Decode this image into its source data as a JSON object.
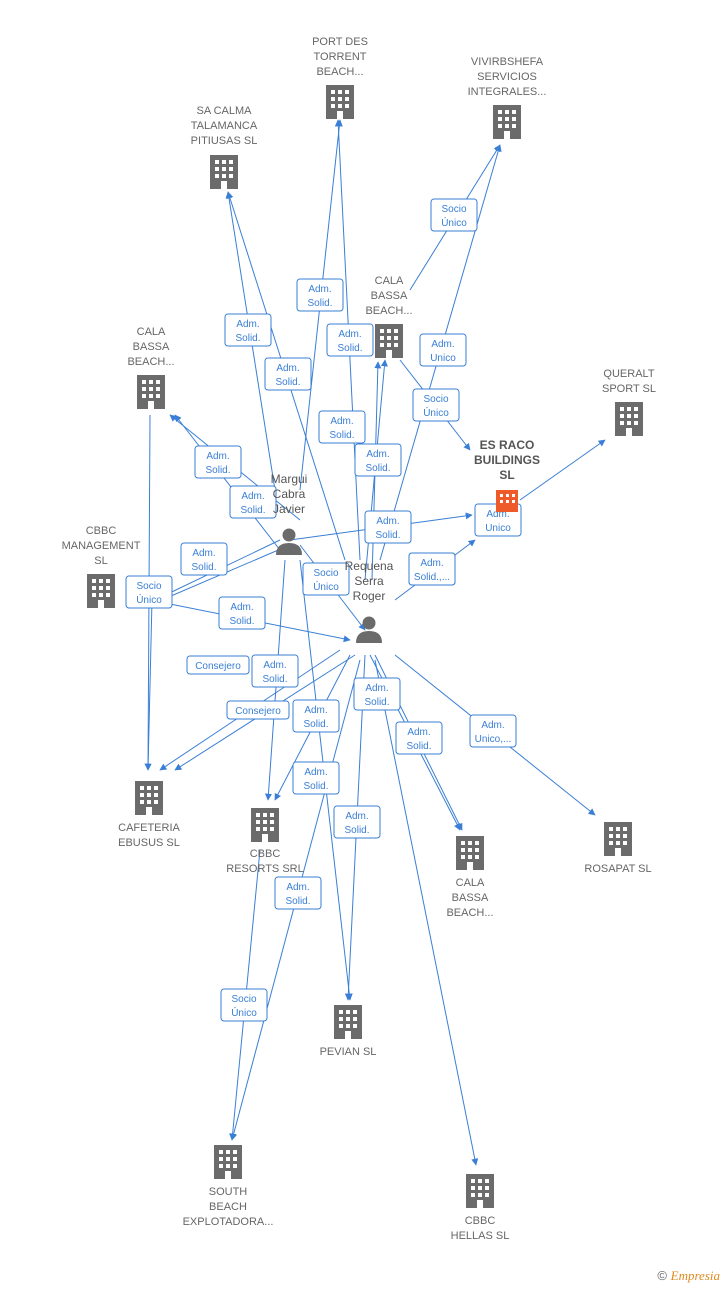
{
  "diagram": {
    "companies": [
      {
        "id": "port",
        "label": [
          "PORT DES",
          "TORRENT",
          "BEACH..."
        ]
      },
      {
        "id": "vivir",
        "label": [
          "VIVIRBSHEFA",
          "SERVICIOS",
          "INTEGRALES..."
        ]
      },
      {
        "id": "sacalma",
        "label": [
          "SA CALMA",
          "TALAMANCA",
          "PITIUSAS  SL"
        ]
      },
      {
        "id": "calabassa1",
        "label": [
          "CALA",
          "BASSA",
          "BEACH..."
        ]
      },
      {
        "id": "calabassa2",
        "label": [
          "CALA",
          "BASSA",
          "BEACH..."
        ]
      },
      {
        "id": "queralt",
        "label": [
          "QUERALT",
          "SPORT  SL"
        ]
      },
      {
        "id": "esraco",
        "label": [
          "ES RACO",
          "BUILDINGS",
          "SL"
        ],
        "focus": true
      },
      {
        "id": "cbbcmgmt",
        "label": [
          "CBBC",
          "MANAGEMENT",
          "SL"
        ]
      },
      {
        "id": "cafeteria",
        "label": [
          "CAFETERIA",
          "EBUSUS  SL"
        ]
      },
      {
        "id": "cbbcresorts",
        "label": [
          "CBBC",
          "RESORTS SRL"
        ]
      },
      {
        "id": "calabassa3",
        "label": [
          "CALA",
          "BASSA",
          "BEACH..."
        ]
      },
      {
        "id": "rosapat",
        "label": [
          "ROSAPAT  SL"
        ]
      },
      {
        "id": "pevian",
        "label": [
          "PEVIAN SL"
        ]
      },
      {
        "id": "southbeach",
        "label": [
          "SOUTH",
          "BEACH",
          "EXPLOTADORA..."
        ]
      },
      {
        "id": "cbbchellas",
        "label": [
          "CBBC",
          "HELLAS  SL"
        ]
      }
    ],
    "persons": [
      {
        "id": "margui",
        "label": [
          "Margui",
          "Cabra",
          "Javier"
        ]
      },
      {
        "id": "requena",
        "label": [
          "Requena",
          "Serra",
          "Roger"
        ]
      }
    ],
    "edge_labels": [
      [
        "Socio",
        "Único"
      ],
      [
        "Adm.",
        "Solid."
      ],
      [
        "Adm.",
        "Solid."
      ],
      [
        "Adm.",
        "Solid."
      ],
      [
        "Adm.",
        "Unico"
      ],
      [
        "Adm.",
        "Solid."
      ],
      [
        "Socio",
        "Único"
      ],
      [
        "Adm.",
        "Solid."
      ],
      [
        "Adm.",
        "Solid."
      ],
      [
        "Adm.",
        "Solid."
      ],
      [
        "Adm.",
        "Solid."
      ],
      [
        "Adm.",
        "Solid."
      ],
      [
        "Adm.",
        "Unico"
      ],
      [
        "Adm.",
        "Solid."
      ],
      [
        "Adm.",
        "Solid.,..."
      ],
      [
        "Socio",
        "Único"
      ],
      [
        "Socio",
        "Único"
      ],
      [
        "Adm.",
        "Solid."
      ],
      [
        "Adm.",
        "Solid."
      ],
      [
        "Consejero"
      ],
      [
        "Adm.",
        "Solid."
      ],
      [
        "Consejero"
      ],
      [
        "Adm.",
        "Solid."
      ],
      [
        "Adm.",
        "Solid."
      ],
      [
        "Adm.",
        "Unico,..."
      ],
      [
        "Adm.",
        "Solid."
      ],
      [
        "Adm.",
        "Solid."
      ],
      [
        "Adm.",
        "Solid."
      ],
      [
        "Socio",
        "Único"
      ],
      [
        "Adm.",
        "Solid."
      ]
    ],
    "colors": {
      "edge": "#3a7fd5",
      "building": "#6b6b6b",
      "focus_building": "#ef5a2b",
      "text": "#666666"
    }
  },
  "footer": {
    "copyright": "©",
    "brand": "Empresia"
  }
}
